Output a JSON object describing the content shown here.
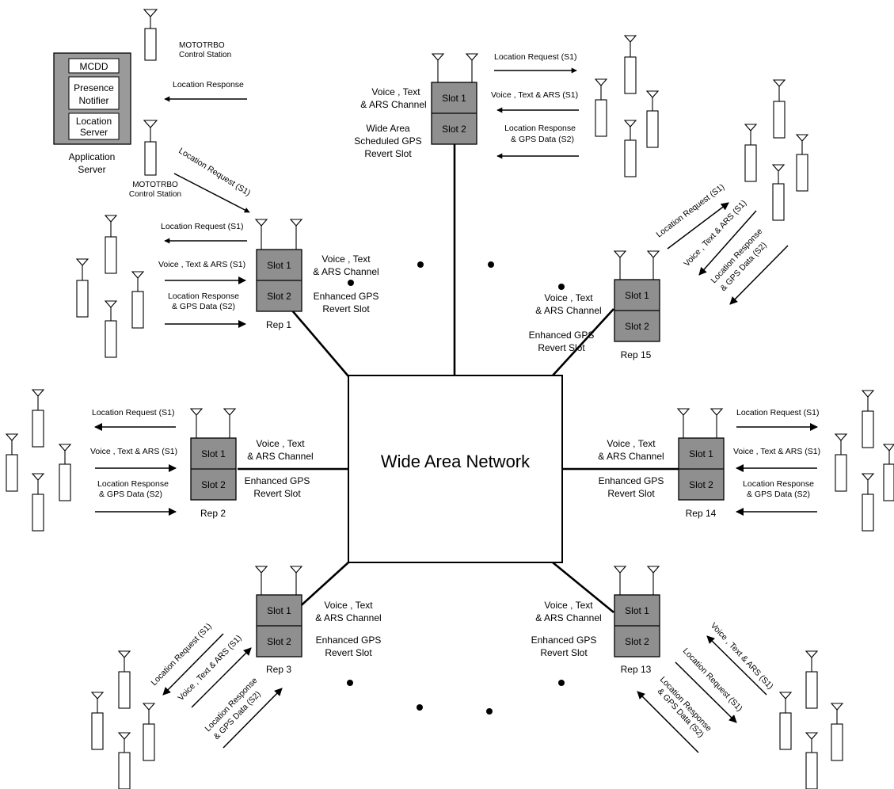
{
  "center": {
    "label": "Wide Area Network"
  },
  "slots": {
    "slot1": "Slot 1",
    "slot2": "Slot 2"
  },
  "channel": {
    "voice_line1": "Voice , Text",
    "voice_line2": "& ARS Channel",
    "gps_line1": "Enhanced GPS",
    "gps_line2": "Revert Slot"
  },
  "top_repeater": {
    "voice_line1": "Voice , Text",
    "voice_line2": "& ARS Channel",
    "gps_line1": "Wide Area",
    "gps_line2": "Scheduled GPS",
    "gps_line3": "Revert Slot"
  },
  "repeaters": {
    "rep1": "Rep 1",
    "rep2": "Rep 2",
    "rep3": "Rep 3",
    "rep13": "Rep 13",
    "rep14": "Rep 14",
    "rep15": "Rep 15"
  },
  "messages": {
    "location_request": "Location Request (S1)",
    "voice_text_ars": "Voice , Text & ARS (S1)",
    "location_response_line1": "Location Response",
    "location_response_line2": "& GPS Data (S2)",
    "location_response": "Location Response"
  },
  "app_server": {
    "title_line1": "Application",
    "title_line2": "Server",
    "mcdd": "MCDD",
    "presence_line1": "Presence",
    "presence_line2": "Notifier",
    "location_line1": "Location",
    "location_line2": "Server",
    "control_station_line1": "MOTOTRBO",
    "control_station_line2": "Control Station"
  }
}
